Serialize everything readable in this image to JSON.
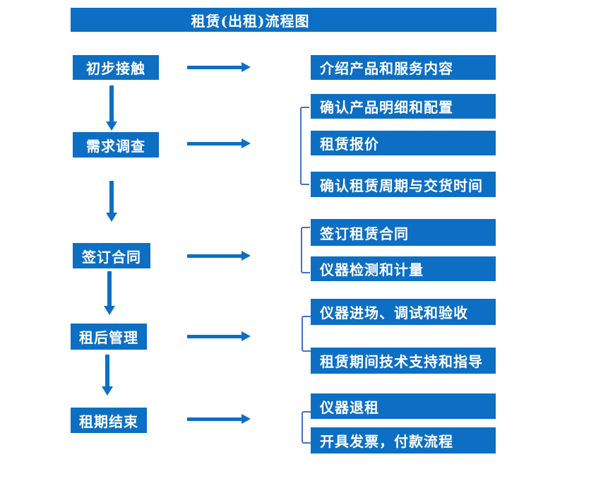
{
  "title": "租赁(出租)流程图",
  "colors": {
    "primary": "#0c6fc3",
    "bracket": "#4472c4",
    "box_text": "#ffffff",
    "background": "#ffffff"
  },
  "steps": [
    {
      "label": "初步接触",
      "details": [
        "介绍产品和服务内容"
      ]
    },
    {
      "label": "需求调查",
      "details": [
        "确认产品明细和配置",
        "租赁报价",
        "确认租赁周期与交货时间"
      ]
    },
    {
      "label": "签订合同",
      "details": [
        "签订租赁合同",
        "仪器检测和计量"
      ]
    },
    {
      "label": "租后管理",
      "details": [
        "仪器进场、调试和验收",
        "租赁期间技术支持和指导"
      ]
    },
    {
      "label": "租期结束",
      "details": [
        "仪器退租",
        "开具发票，付款流程"
      ]
    }
  ]
}
